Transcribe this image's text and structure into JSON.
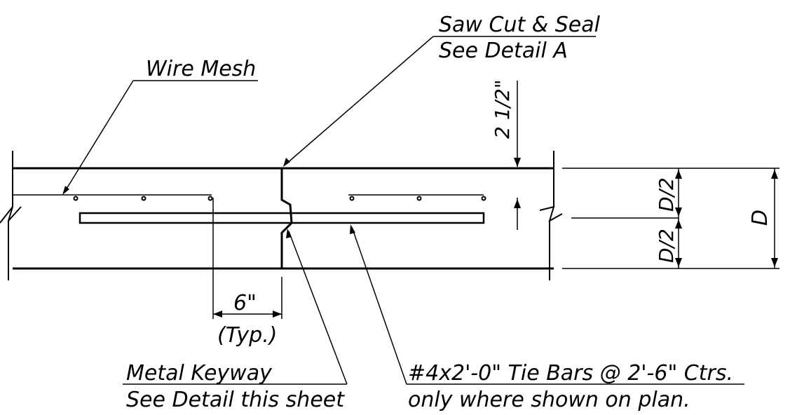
{
  "labels": {
    "saw_cut_line1": "Saw Cut & Seal",
    "saw_cut_line2": "See Detail A",
    "wire_mesh": "Wire Mesh",
    "dim_2_half": "2 1/2\"",
    "dim_d_half_upper": "D/2",
    "dim_d_half_lower": "D/2",
    "dim_d": "D",
    "dim_6in": "6\"",
    "typ": "(Typ.)",
    "keyway_line1": "Metal Keyway",
    "keyway_line2": "See Detail this sheet",
    "tie_bars_line1": "#4x2'-0\" Tie Bars @ 2'-6\" Ctrs.",
    "tie_bars_line2": "only where shown on plan."
  }
}
